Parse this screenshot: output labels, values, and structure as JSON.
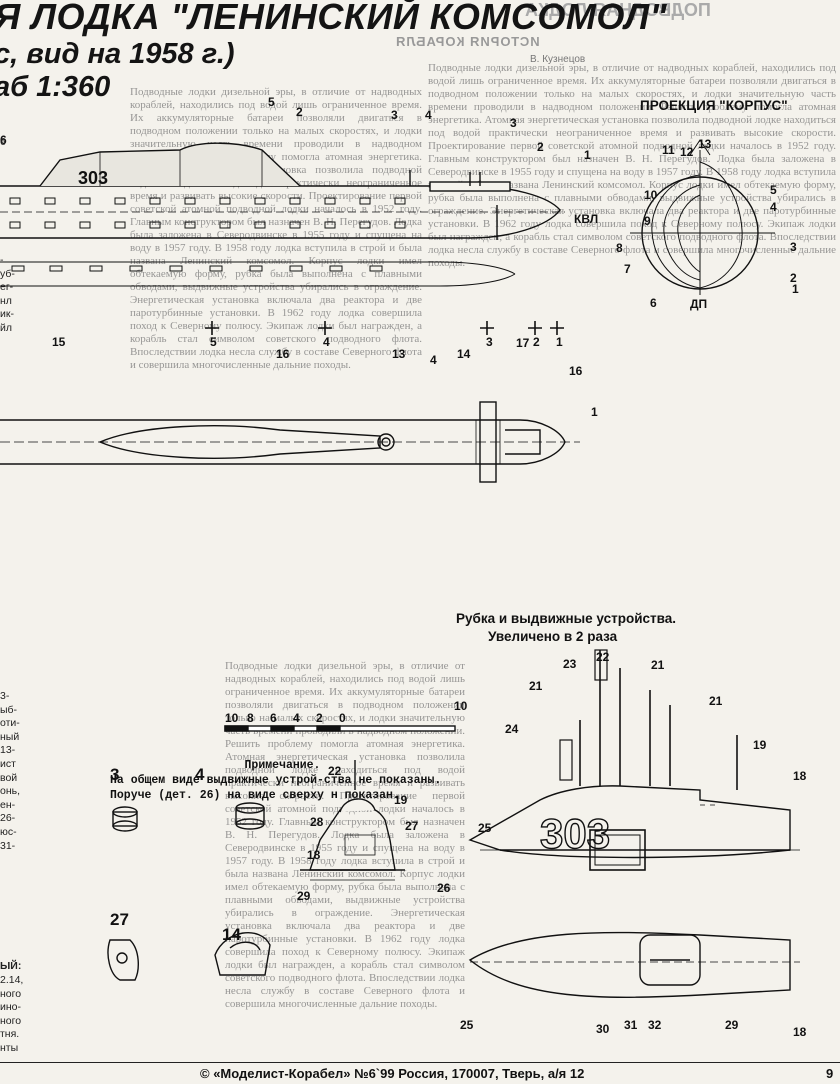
{
  "header": {
    "title_line1": "Я ЛОДКА \"ЛЕНИНСКИЙ КОМСОМОЛ\"",
    "title_line2": "с, вид на 1958 г.)",
    "title_line3": "аб 1:360",
    "faded_heading": "ПОДВОДНАЯ ЛОДКА",
    "faded_subheading": "ИСТОРИЯ КОРАБЛЯ",
    "faded_author": "В. Кузнецов"
  },
  "section_labels": {
    "hull_projection": "ПРОЕКЦИЯ \"КОРПУС\"",
    "sail_title": "Рубка и выдвижные устройства.",
    "sail_subtitle": "Увеличено в 2 раза",
    "waterline": "КВЛ",
    "baseline": "ДП"
  },
  "callouts": {
    "side_view": [
      "5",
      "2",
      "3",
      "4",
      "3",
      "2",
      "1",
      "6"
    ],
    "frames": [
      "5",
      "4",
      "3",
      "2",
      "1"
    ],
    "top_view": [
      "15",
      "16",
      "13",
      "4",
      "14",
      "17",
      "16",
      "1"
    ],
    "body_plan": [
      "11",
      "12",
      "13",
      "10",
      "9",
      "8",
      "7",
      "6",
      "5",
      "4",
      "3",
      "2",
      "1"
    ],
    "sail": [
      "22",
      "19",
      "28",
      "27",
      "18",
      "29",
      "26",
      "24",
      "25",
      "23",
      "22",
      "21",
      "21",
      "21",
      "19",
      "18"
    ],
    "sail_top": [
      "25",
      "30",
      "31",
      "32",
      "29",
      "18"
    ],
    "details": [
      "3",
      "4",
      "27",
      "14"
    ]
  },
  "scale_bar": {
    "ticks": [
      "10",
      "8",
      "6",
      "4",
      "2",
      "0",
      "10"
    ]
  },
  "hull_marking": "303",
  "note": {
    "title": "Примечание.",
    "text": "На общем виде выдвижные устрой-ства не показаны. Поруче (дет. 26) на виде сверху н показан."
  },
  "left_fragments": [
    "6",
    "-",
    "уб-",
    "ег-",
    "нл",
    "ик-",
    "йл",
    "3-",
    "ыб-",
    "оти-",
    "ный",
    "13-",
    "ист",
    "вой",
    "онь,",
    "ен-",
    "26-",
    "юс-",
    "31-",
    "ЫЙ:",
    "2.14,",
    "ного",
    "ино-",
    "ного",
    "тня.",
    "нты"
  ],
  "footer": {
    "text": "© «Моделист-Корабел» №6`99   Россия, 170007, Тверь, а/я 12",
    "page": "9"
  },
  "body_text_faded": "Подводные лодки дизельной эры, в отличие от надводных кораблей, находились под водой лишь ограниченное время. Их аккумуляторные батареи позволяли двигаться в подводном положении только на малых скоростях, и лодки значительную часть времени проводили в надводном положении. Решить проблему помогла атомная энергетика. Атомная энергетическая установка позволила подводной лодке находиться под водой практически неограниченное время и развивать высокие скорости. Проектирование первой советской атомной подводной лодки началось в 1952 году. Главным конструктором был назначен В. Н. Перегудов. Лодка была заложена в Северодвинске в 1955 году и спущена на воду в 1957 году. В 1958 году лодка вступила в строй и была названа Ленинский комсомол. Корпус лодки имел обтекаемую форму, рубка была выполнена с плавными обводами, выдвижные устройства убирались в ограждение. Энергетическая установка включала два реактора и две паротурбинные установки. В 1962 году лодка совершила поход к Северному полюсу. Экипаж лодки был награжден, а корабль стал символом советского подводного флота. Впоследствии лодка несла службу в составе Северного флота и совершила многочисленные дальние походы."
}
